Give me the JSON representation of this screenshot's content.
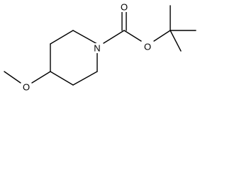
{
  "molecule": {
    "atoms": {
      "n1": "N",
      "o_carbonyl": "O",
      "o_ester": "O",
      "o_methoxy": "O"
    }
  }
}
